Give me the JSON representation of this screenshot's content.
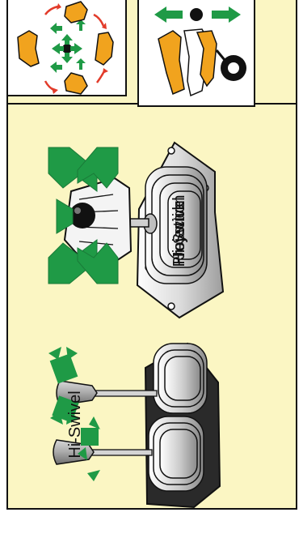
{
  "labels": {
    "hi_swivel": "Hi-Swivel",
    "joystick_overlap_a": "Projection",
    "joystick_overlap_b": "Joystick",
    "joystick_overlap_c": "Hi-Swivel"
  },
  "colors": {
    "panel_background": "#fbf6c3",
    "blade_orange": "#f1a31e",
    "arrow_green": "#1f9a46",
    "rotate_red": "#e23b2a",
    "outline": "#111111"
  },
  "icons": [
    "blade-rotation-icon",
    "blade-lift-icon",
    "single-joystick-icon",
    "dual-lever-icon"
  ]
}
